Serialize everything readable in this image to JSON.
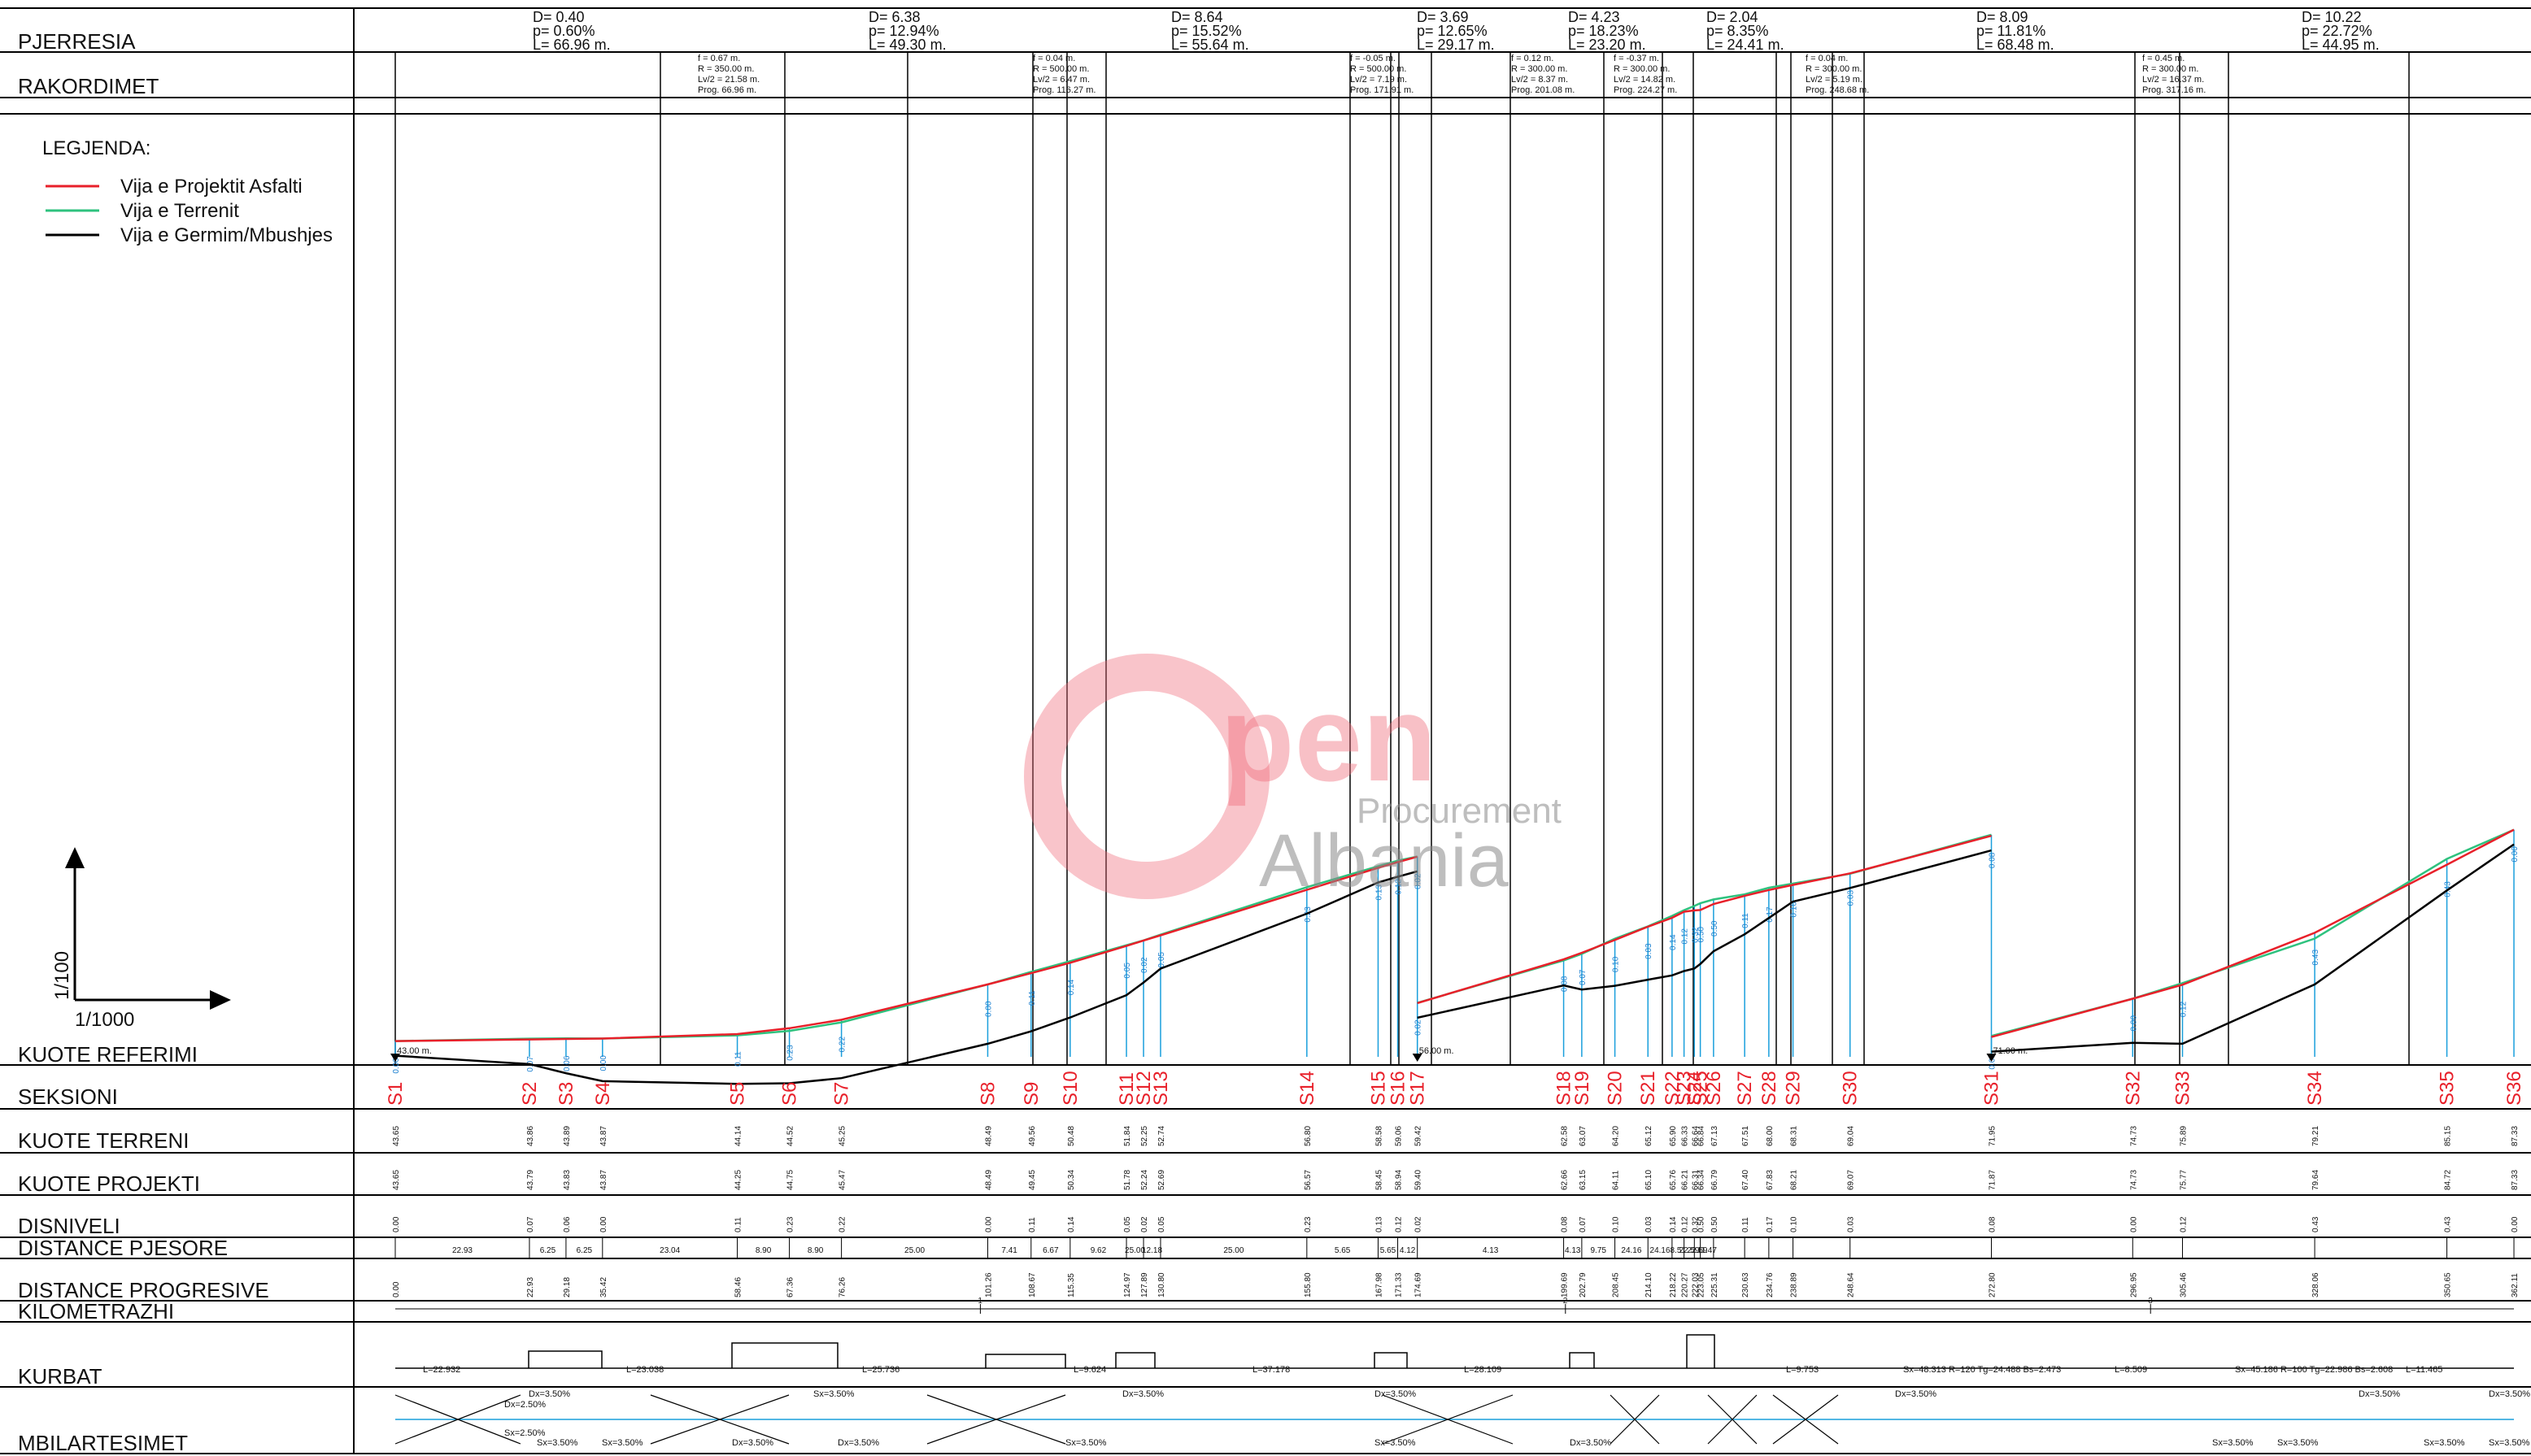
{
  "rows": {
    "pjerresia": "PJERRESIA",
    "rakordimet": "RAKORDIMET",
    "kuote_referimi": "KUOTE REFERIMI",
    "seksioni": "SEKSIONI",
    "kuote_terreni": "KUOTE TERRENI",
    "kuote_projekti": "KUOTE PROJEKTI",
    "disniveli": "DISNIVELI",
    "distance_pjesore": "DISTANCE PJESORE",
    "distance_progresive": "DISTANCE PROGRESIVE",
    "kilometrazhi": "KILOMETRAZHI",
    "kurbat": "KURBAT",
    "mbilartesimet": "MBILARTESIMET"
  },
  "legend": {
    "title": "LEGJENDA:",
    "items": [
      {
        "label": "Vija e Projektit Asfalti",
        "color": "#e8202a"
      },
      {
        "label": "Vija e Terrenit",
        "color": "#2ec27e"
      },
      {
        "label": "Vija e Germim/Mbushjes",
        "color": "#000000"
      }
    ]
  },
  "scale": {
    "vertical": "1/100",
    "horizontal": "1/1000"
  },
  "reference_levels": [
    "43.00 m.",
    "56.00 m.",
    "71.00 m."
  ],
  "pjerresia": [
    {
      "d": "D= 0.40",
      "p": "p= 0.60%",
      "l": "L= 66.96 m."
    },
    {
      "d": "D= 6.38",
      "p": "p= 12.94%",
      "l": "L= 49.30 m."
    },
    {
      "d": "D= 8.64",
      "p": "p= 15.52%",
      "l": "L= 55.64 m."
    },
    {
      "d": "D= 3.69",
      "p": "p= 12.65%",
      "l": "L= 29.17 m."
    },
    {
      "d": "D= 4.23",
      "p": "p= 18.23%",
      "l": "L= 23.20 m."
    },
    {
      "d": "D= 2.04",
      "p": "p= 8.35%",
      "l": "L= 24.41 m."
    },
    {
      "d": "D= 8.09",
      "p": "p= 11.81%",
      "l": "L= 68.48 m."
    },
    {
      "d": "D= 10.22",
      "p": "p= 22.72%",
      "l": "L= 44.95 m."
    }
  ],
  "rakordimet": [
    {
      "f": "f = 0.67 m.",
      "r": "R = 350.00 m.",
      "lv": "Lv/2 = 21.58 m.",
      "prog": "Prog. 66.96 m."
    },
    {
      "f": "f = 0.04 m.",
      "r": "R = 500.00 m.",
      "lv": "Lv/2 = 6.47 m.",
      "prog": "Prog. 116.27 m."
    },
    {
      "f": "f = -0.05 m.",
      "r": "R = 500.00 m.",
      "lv": "Lv/2 = 7.19 m.",
      "prog": "Prog. 171.91 m."
    },
    {
      "f": "f = 0.12 m.",
      "r": "R = 300.00 m.",
      "lv": "Lv/2 = 8.37 m.",
      "prog": "Prog. 201.08 m."
    },
    {
      "f": "f = -0.37 m.",
      "r": "R = 300.00 m.",
      "lv": "Lv/2 = 14.82 m.",
      "prog": "Prog. 224.27 m."
    },
    {
      "f": "f = 0.04 m.",
      "r": "R = 300.00 m.",
      "lv": "Lv/2 = 5.19 m.",
      "prog": "Prog. 248.68 m."
    },
    {
      "f": "f = 0.45 m.",
      "r": "R = 300.00 m.",
      "lv": "Lv/2 = 16.37 m.",
      "prog": "Prog. 317.16 m."
    }
  ],
  "sections": [
    {
      "id": "S1",
      "terrain": "43.65",
      "project": "43.65",
      "disniveli": "0.00",
      "progressive": "0.00"
    },
    {
      "id": "S2",
      "terrain": "43.86",
      "project": "43.79",
      "disniveli": "0.07",
      "progressive": "22.93"
    },
    {
      "id": "S3",
      "terrain": "43.89",
      "project": "43.83",
      "disniveli": "0.06",
      "progressive": "29.18"
    },
    {
      "id": "S4",
      "terrain": "43.87",
      "project": "43.87",
      "disniveli": "0.00",
      "progressive": "35.42"
    },
    {
      "id": "S5",
      "terrain": "44.14",
      "project": "44.25",
      "disniveli": "0.11",
      "progressive": "58.46"
    },
    {
      "id": "S6",
      "terrain": "44.52",
      "project": "44.75",
      "disniveli": "0.23",
      "progressive": "67.36"
    },
    {
      "id": "S7",
      "terrain": "45.25",
      "project": "45.47",
      "disniveli": "0.22",
      "progressive": "76.26"
    },
    {
      "id": "S8",
      "terrain": "48.49",
      "project": "48.49",
      "disniveli": "0.00",
      "progressive": "101.26"
    },
    {
      "id": "S9",
      "terrain": "49.56",
      "project": "49.45",
      "disniveli": "0.11",
      "progressive": "108.67"
    },
    {
      "id": "S10",
      "terrain": "50.48",
      "project": "50.34",
      "disniveli": "0.14",
      "progressive": "115.35"
    },
    {
      "id": "S11",
      "terrain": "51.84",
      "project": "51.78",
      "disniveli": "0.05",
      "progressive": "124.97"
    },
    {
      "id": "S12",
      "terrain": "52.25",
      "project": "52.24",
      "disniveli": "0.02",
      "progressive": "127.89"
    },
    {
      "id": "S13",
      "terrain": "52.74",
      "project": "52.69",
      "disniveli": "0.05",
      "progressive": "130.80"
    },
    {
      "id": "S14",
      "terrain": "56.80",
      "project": "56.57",
      "disniveli": "0.23",
      "progressive": "155.80"
    },
    {
      "id": "S15",
      "terrain": "58.58",
      "project": "58.45",
      "disniveli": "0.13",
      "progressive": "167.98"
    },
    {
      "id": "S16",
      "terrain": "59.06",
      "project": "58.94",
      "disniveli": "0.12",
      "progressive": "171.33"
    },
    {
      "id": "S17",
      "terrain": "59.42",
      "project": "59.40",
      "disniveli": "0.02",
      "progressive": "174.69"
    },
    {
      "id": "S18",
      "terrain": "62.58",
      "project": "62.66",
      "disniveli": "0.08",
      "progressive": "199.69"
    },
    {
      "id": "S19",
      "terrain": "63.07",
      "project": "63.15",
      "disniveli": "0.07",
      "progressive": "202.79"
    },
    {
      "id": "S20",
      "terrain": "64.20",
      "project": "64.11",
      "disniveli": "0.10",
      "progressive": "208.45"
    },
    {
      "id": "S21",
      "terrain": "65.12",
      "project": "65.10",
      "disniveli": "0.03",
      "progressive": "214.10"
    },
    {
      "id": "S22",
      "terrain": "65.90",
      "project": "65.76",
      "disniveli": "0.14",
      "progressive": "218.22"
    },
    {
      "id": "S23",
      "terrain": "66.33",
      "project": "66.21",
      "disniveli": "0.12",
      "progressive": "220.27"
    },
    {
      "id": "S24",
      "terrain": "66.64",
      "project": "66.31",
      "disniveli": "0.32",
      "progressive": "222.03"
    },
    {
      "id": "S25",
      "terrain": "66.84",
      "project": "66.34",
      "disniveli": "0.50",
      "progressive": "223.05"
    },
    {
      "id": "S26",
      "terrain": "67.13",
      "project": "66.79",
      "disniveli": "0.50",
      "progressive": "225.31"
    },
    {
      "id": "S27",
      "terrain": "67.51",
      "project": "67.40",
      "disniveli": "0.11",
      "progressive": "230.63"
    },
    {
      "id": "S28",
      "terrain": "68.00",
      "project": "67.83",
      "disniveli": "0.17",
      "progressive": "234.76"
    },
    {
      "id": "S29",
      "terrain": "68.31",
      "project": "68.21",
      "disniveli": "0.10",
      "progressive": "238.89"
    },
    {
      "id": "S30",
      "terrain": "69.04",
      "project": "69.07",
      "disniveli": "0.03",
      "progressive": "248.64"
    },
    {
      "id": "S31",
      "terrain": "71.95",
      "project": "71.87",
      "disniveli": "0.08",
      "progressive": "272.80"
    },
    {
      "id": "S32",
      "terrain": "74.73",
      "project": "74.73",
      "disniveli": "0.00",
      "progressive": "296.95"
    },
    {
      "id": "S33",
      "terrain": "75.89",
      "project": "75.77",
      "disniveli": "0.12",
      "progressive": "305.46"
    },
    {
      "id": "S34",
      "terrain": "79.21",
      "project": "79.64",
      "disniveli": "0.43",
      "progressive": "328.06"
    },
    {
      "id": "S35",
      "terrain": "85.15",
      "project": "84.72",
      "disniveli": "0.43",
      "progressive": "350.65"
    },
    {
      "id": "S36",
      "terrain": "87.33",
      "project": "87.33",
      "disniveli": "0.00",
      "progressive": "362.11"
    }
  ],
  "partial_distances": [
    "22.93",
    "6.25",
    "6.25",
    "23.04",
    "8.90",
    "8.90",
    "25.00",
    "7.41",
    "6.67",
    "9.62",
    "25.00",
    "12.18",
    "25.00",
    "5.65",
    "5.65",
    "4.12",
    "4.13",
    "4.13",
    "9.75",
    "24.16",
    "24.16",
    "8.51",
    "22.59",
    "22.59",
    "11.47"
  ],
  "kilometrazhi": [
    "1",
    "2",
    "3"
  ],
  "curves": [
    "L=22.932",
    "L=23.038",
    "L=25.736",
    "L=9.624",
    "L=37.178",
    "L=28.109",
    "L=9.753",
    "L=8.509",
    "L=11.465",
    "Sx=48.313 R=120 Tg=24.488 Bs=2.473",
    "Sx=45.186 R=100 Tg=22.986 Bs=2.608"
  ],
  "superelevation": {
    "dx": "Dx=3.50%",
    "sx": "Sx=3.50%",
    "dx2": "Dx=2.50%",
    "sx2": "Sx=2.50%"
  },
  "watermark": {
    "main": "pen",
    "sub1": "Procurement",
    "sub2": "Albania"
  }
}
